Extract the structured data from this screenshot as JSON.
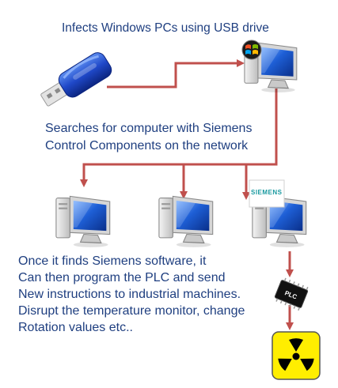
{
  "title": "Infects Windows PCs using USB drive",
  "search_lines": [
    "Searches for computer with Siemens",
    "Control Components on the network"
  ],
  "description_lines": [
    "Once it finds Siemens software, it",
    "Can then program the PLC and send",
    "New instructions to industrial machines.",
    "Disrupt the temperature monitor, change",
    "Rotation values etc.."
  ],
  "siemens_logo_text": "SIEMENS",
  "plc_chip_text": "PLC",
  "icons": [
    "usb-drive-icon",
    "windows-computer-icon",
    "computer-icon",
    "siemens-logo-icon",
    "plc-chip-icon",
    "radiation-hazard-icon"
  ],
  "colors": {
    "text": "#1f3f80",
    "arrow": "#c0504d",
    "monitor_screen": "#1e5fd6",
    "hazard_bg": "#ffee00"
  }
}
